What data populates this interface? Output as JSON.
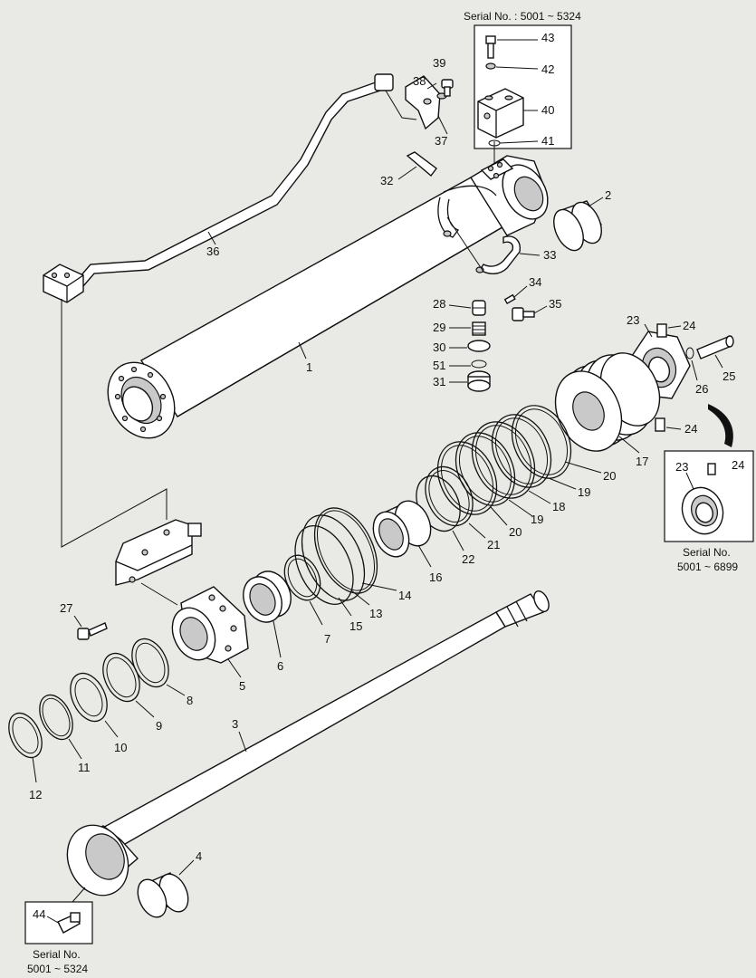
{
  "diagram": {
    "serial_top": "Serial No. : 5001 ~ 5324",
    "serial_right_line1": "Serial No.",
    "serial_right_line2": "5001 ~ 6899",
    "serial_bottom_line1": "Serial No.",
    "serial_bottom_line2": "5001 ~ 5324",
    "labels": {
      "l1": "1",
      "l2": "2",
      "l3": "3",
      "l4": "4",
      "l5": "5",
      "l6": "6",
      "l7": "7",
      "l8": "8",
      "l9": "9",
      "l10": "10",
      "l11": "11",
      "l12": "12",
      "l13": "13",
      "l14": "14",
      "l15": "15",
      "l16": "16",
      "l17": "17",
      "l18": "18",
      "l19a": "19",
      "l19b": "19",
      "l20a": "20",
      "l20b": "20",
      "l21": "21",
      "l22": "22",
      "l23a": "23",
      "l23b": "23",
      "l24a": "24",
      "l24b": "24",
      "l24c": "24",
      "l25": "25",
      "l26": "26",
      "l27": "27",
      "l28": "28",
      "l29": "29",
      "l30": "30",
      "l31": "31",
      "l32": "32",
      "l33": "33",
      "l34": "34",
      "l35": "35",
      "l36": "36",
      "l37": "37",
      "l38": "38",
      "l39": "39",
      "l40": "40",
      "l41": "41",
      "l42": "42",
      "l43": "43",
      "l44": "44",
      "l51": "51"
    }
  }
}
